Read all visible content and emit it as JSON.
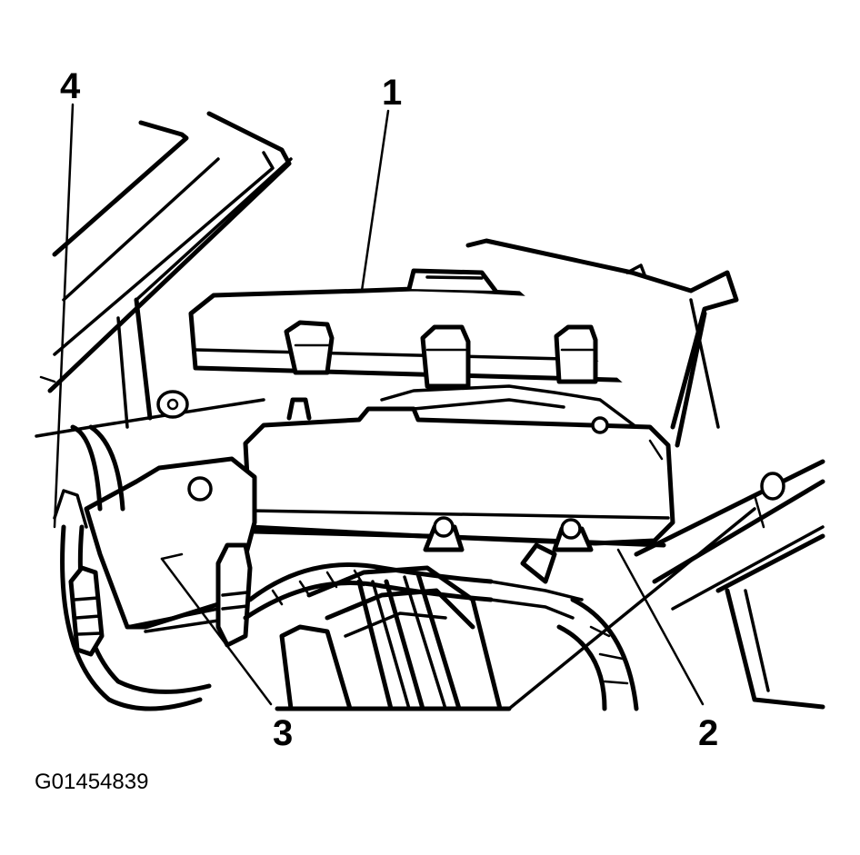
{
  "callouts": {
    "c1": "1",
    "c2": "2",
    "c3": "3",
    "c4": "4"
  },
  "figure_id": "G01454839",
  "colors": {
    "ink": "#000000",
    "paper": "#ffffff"
  }
}
